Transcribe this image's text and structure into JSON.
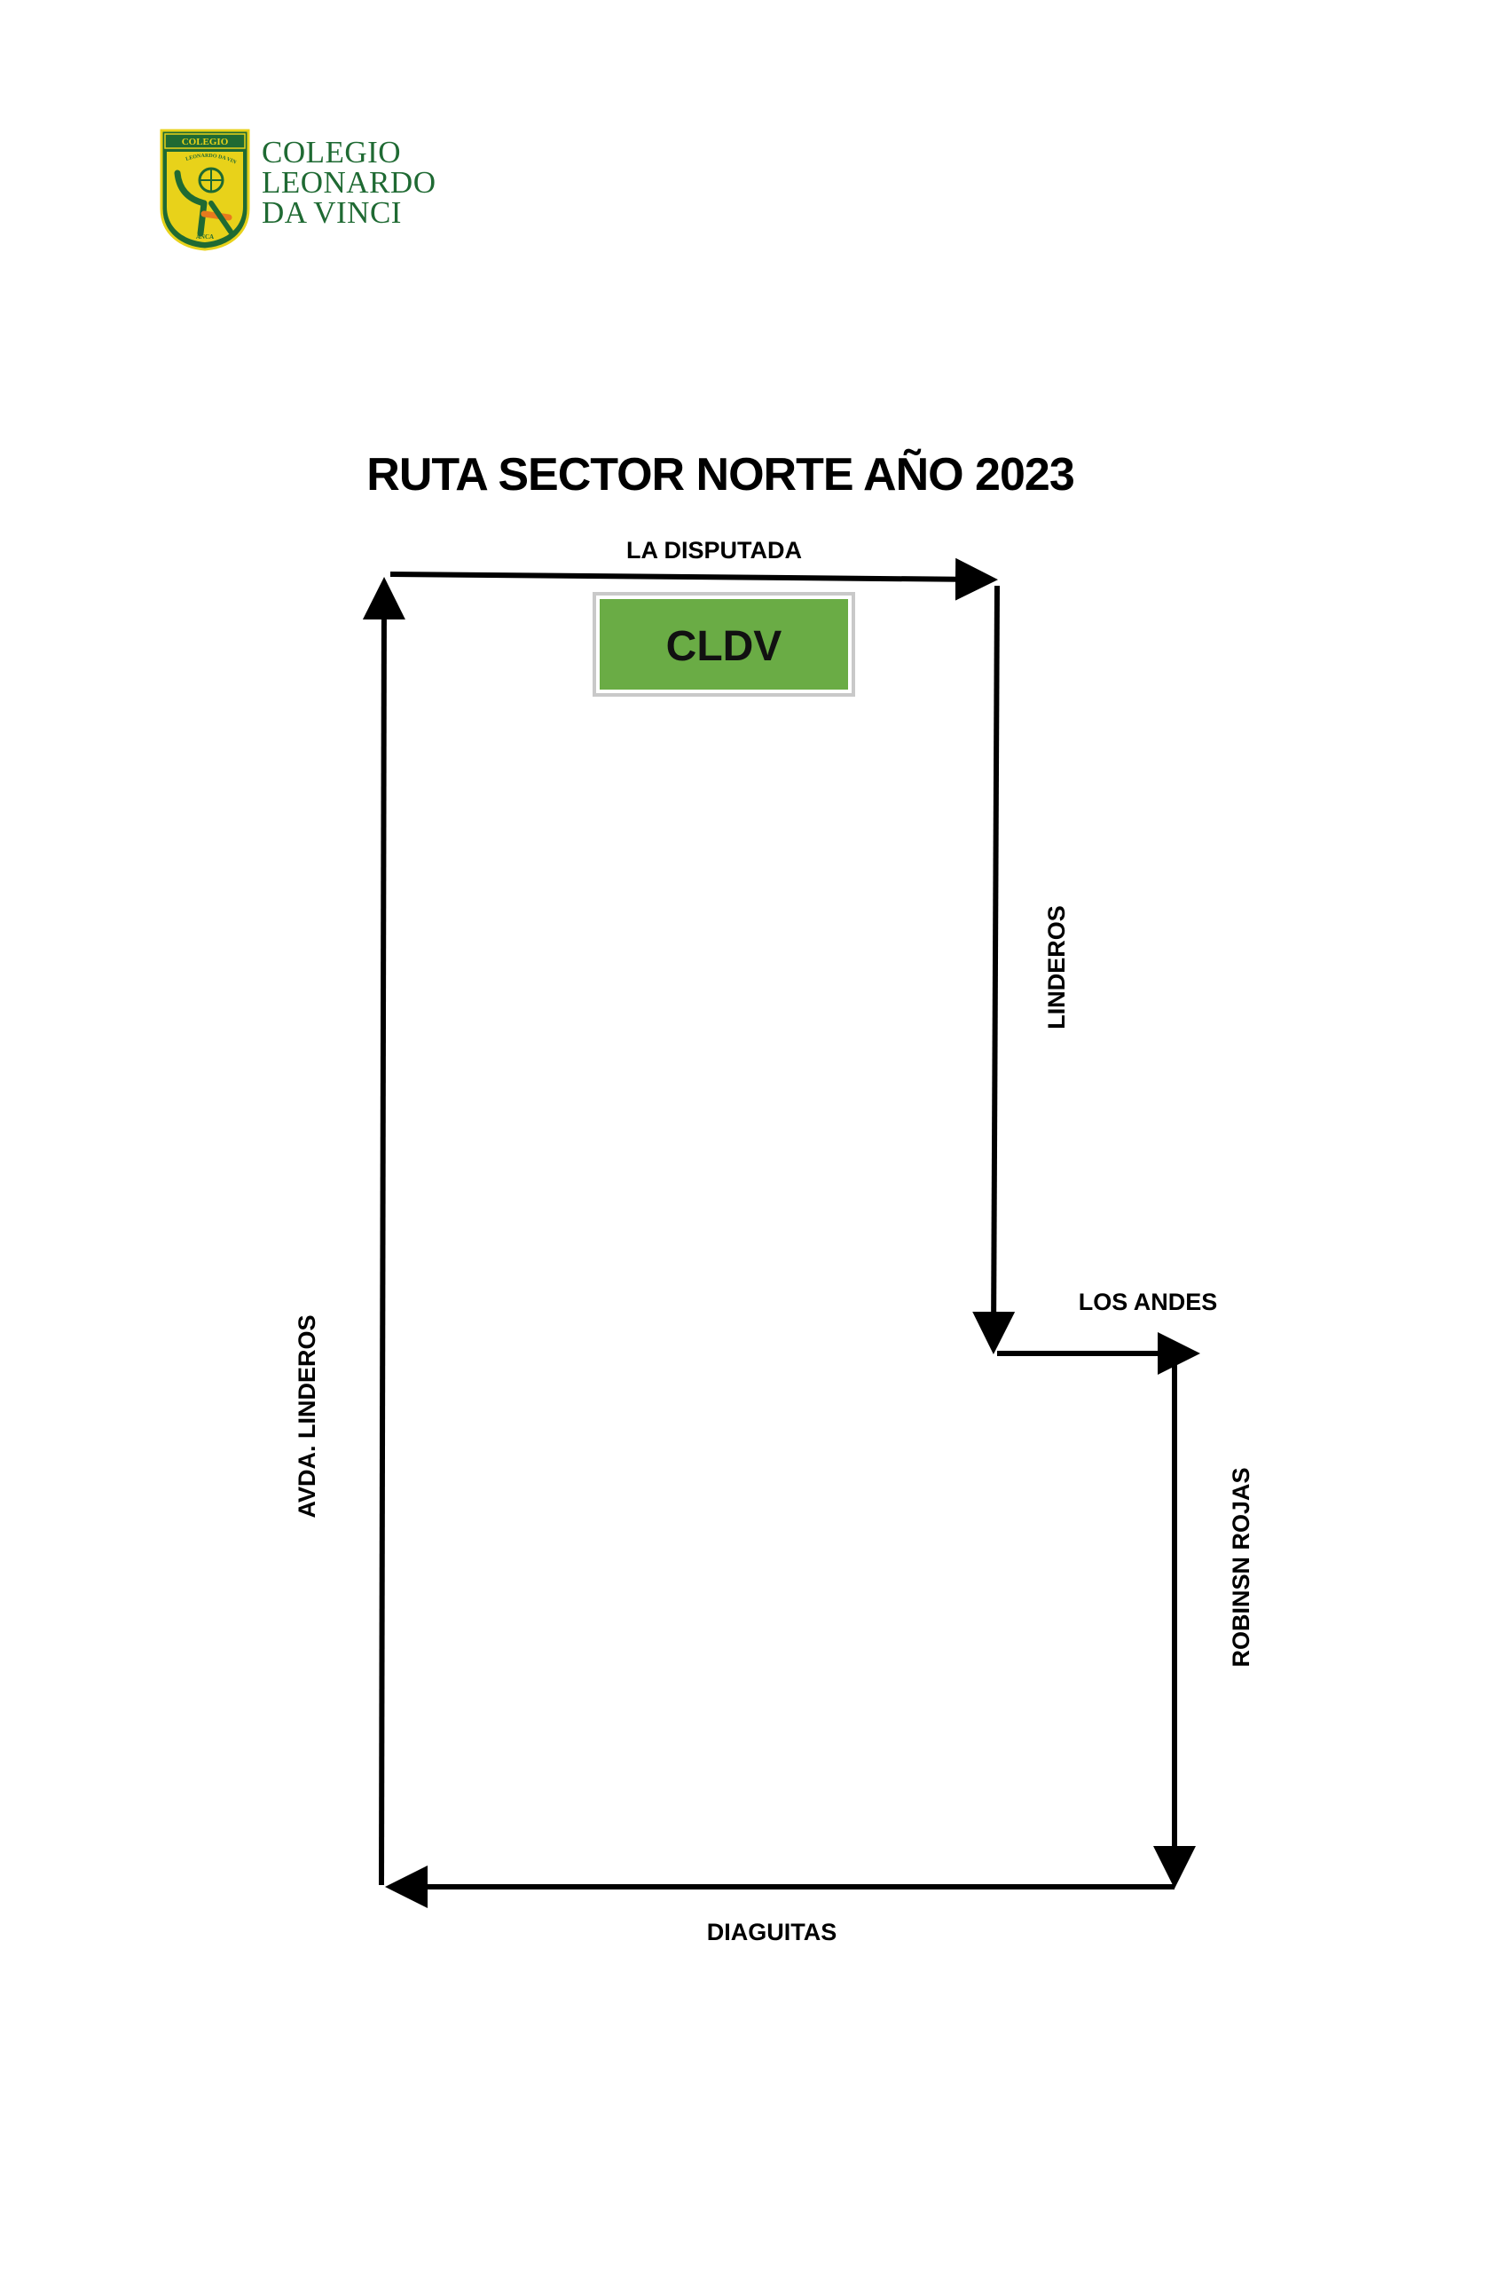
{
  "logo": {
    "shield_top_text": "COLEGIO",
    "shield_arc_text": "LEONARDO DA VINCI",
    "shield_bottom_text": "ANCA",
    "name_lines": [
      "COLEGIO",
      "LEONARDO",
      "DA VINCI"
    ],
    "colors": {
      "green": "#1f6a33",
      "yellow": "#e8d21a",
      "orange": "#e87a1e"
    }
  },
  "title": "RUTA SECTOR NORTE AÑO 2023",
  "school_box": {
    "label": "CLDV",
    "fill": "#6aac45"
  },
  "streets": {
    "la_disputada": "LA DISPUTADA",
    "linderos": "LINDEROS",
    "los_andes": "LOS ANDES",
    "robinsn_rojas": "ROBINSN ROJAS",
    "diaguitas": "DIAGUITAS",
    "avda_linderos": "AVDA. LINDEROS"
  },
  "route_color": "#000000"
}
